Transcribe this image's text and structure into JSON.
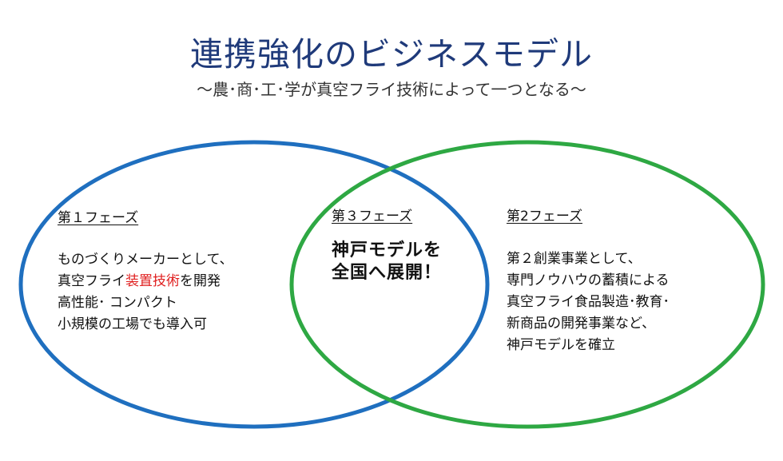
{
  "title": "連携強化のビジネスモデル",
  "subtitle": "～農･商･工･学が真空フライ技術によって一つとなる～",
  "colors": {
    "left_circle": "#1f6fbf",
    "right_circle": "#2ea843",
    "title": "#1f3a7a",
    "highlight": "#e02020"
  },
  "left": {
    "heading": "第１フェーズ",
    "line1": "ものづくりメーカーとして、",
    "line2_pre": "真空フライ",
    "line2_highlight": "装置技術",
    "line2_post": "を開発",
    "line3": "高性能･ コンパクト",
    "line4": "小規模の工場でも導入可"
  },
  "center": {
    "heading": "第３フェーズ",
    "line1": "神戸モデルを",
    "line2": "全国へ展開！"
  },
  "right": {
    "heading": "第2フェーズ",
    "line1": "第２創業事業として、",
    "line2": "専門ノウハウの蓄積による",
    "line3": "真空フライ食品製造･教育･",
    "line4": "新商品の開発事業など、",
    "line5": "神戸モデルを確立"
  }
}
